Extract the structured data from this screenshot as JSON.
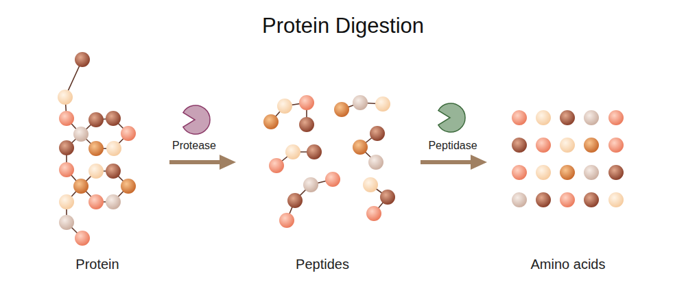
{
  "diagram": {
    "title": "Protein Digestion",
    "labels": [
      "Protease",
      "Peptidase",
      "Protein",
      "Peptides",
      "Amino acids"
    ]
  }
}
